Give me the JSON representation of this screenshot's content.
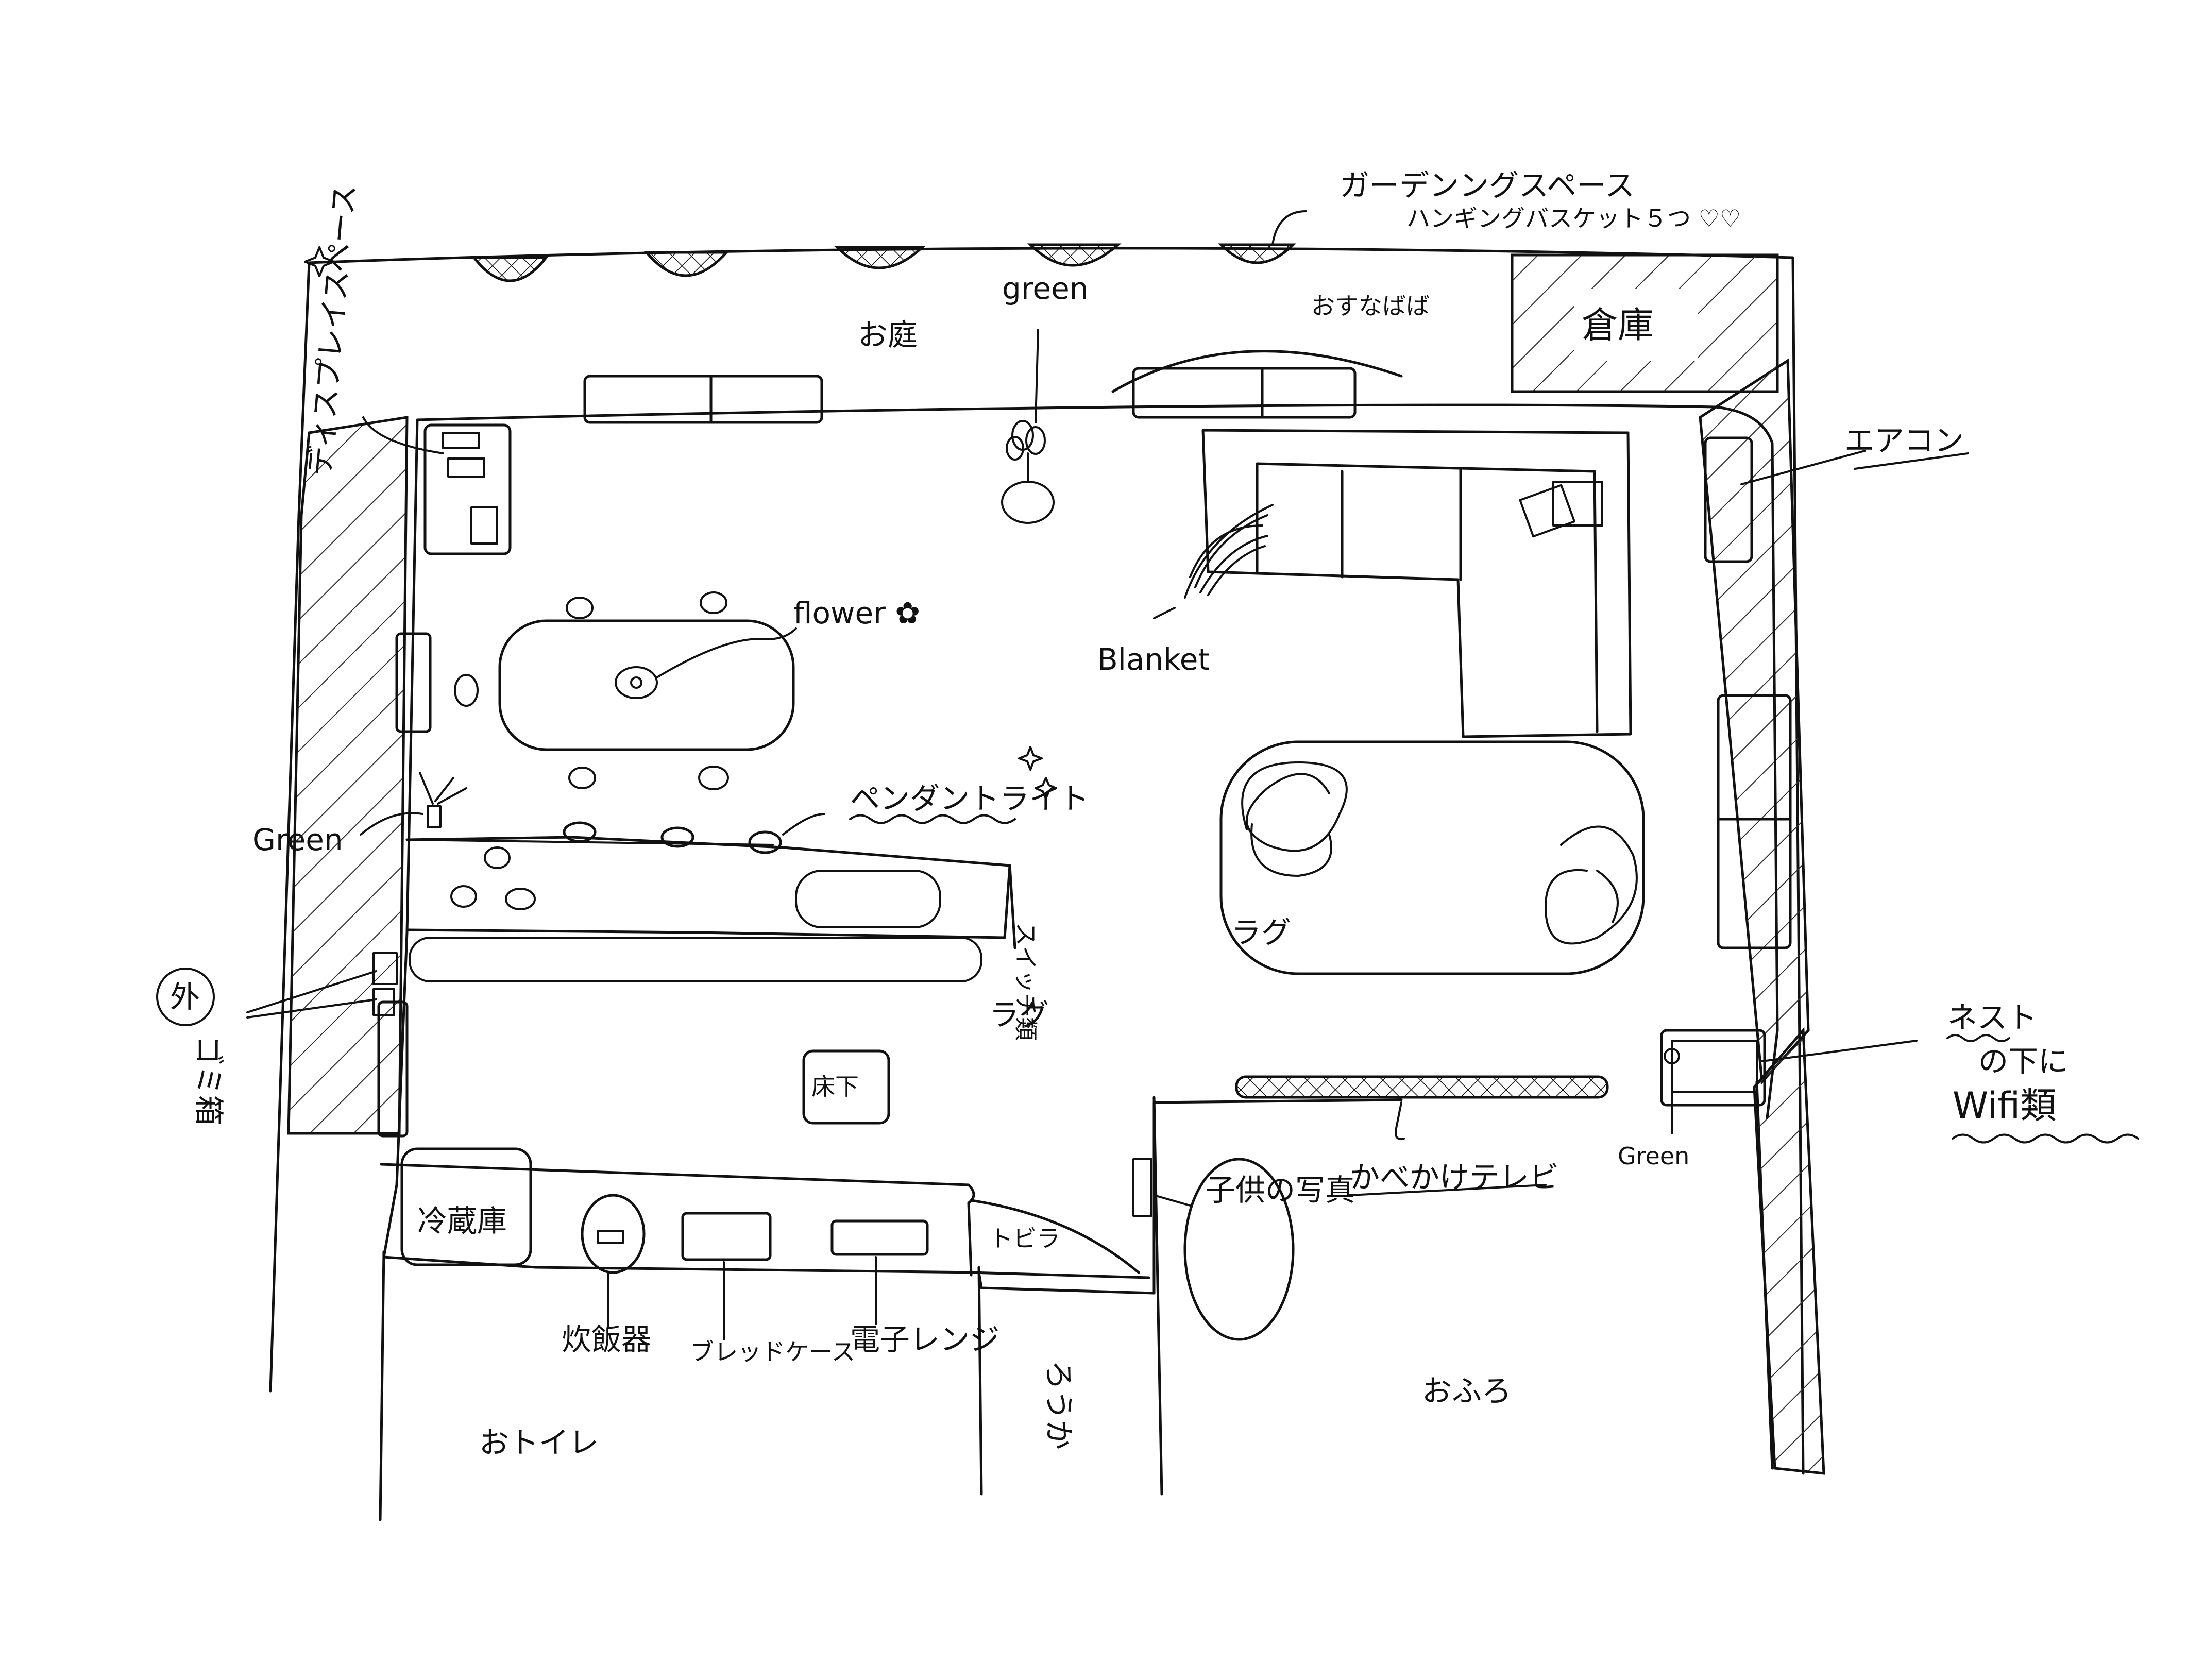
{
  "labels": {
    "gardening_space": "ガーデンングスペース",
    "hanging_baskets": "ハンギングバスケット５つ ♡♡",
    "display_space": "ディスプレイスペース",
    "garden": "お庭",
    "green_top": "green",
    "sand_play": "おすなばば",
    "storage": "倉庫",
    "aircon": "エアコン",
    "blanket": "Blanket",
    "flower": "flower ✿",
    "pendant_light": "ペンダントライト",
    "green_left": "Green",
    "switches": "スイッチ類",
    "rug_center": "ラグ",
    "rug_living": "ラグ",
    "outside": "外",
    "trash": "ゴミ箱",
    "floor_under": "床下",
    "nesuto": "ネスト",
    "under": "の下に",
    "wifi": "Wifi類",
    "green_right": "Green",
    "wall_tv": "かべかけテレビ",
    "fridge": "冷蔵庫",
    "rice_cooker": "炊飯器",
    "bread_case": "ブレッドケース",
    "microwave": "電子レンジ",
    "door": "トビラ",
    "kids_photo": "子供の写真",
    "hallway": "ろうか",
    "bath": "おふろ",
    "toilet": "おトイレ"
  },
  "colors": {
    "ink": "#111111",
    "paper": "#ffffff"
  }
}
